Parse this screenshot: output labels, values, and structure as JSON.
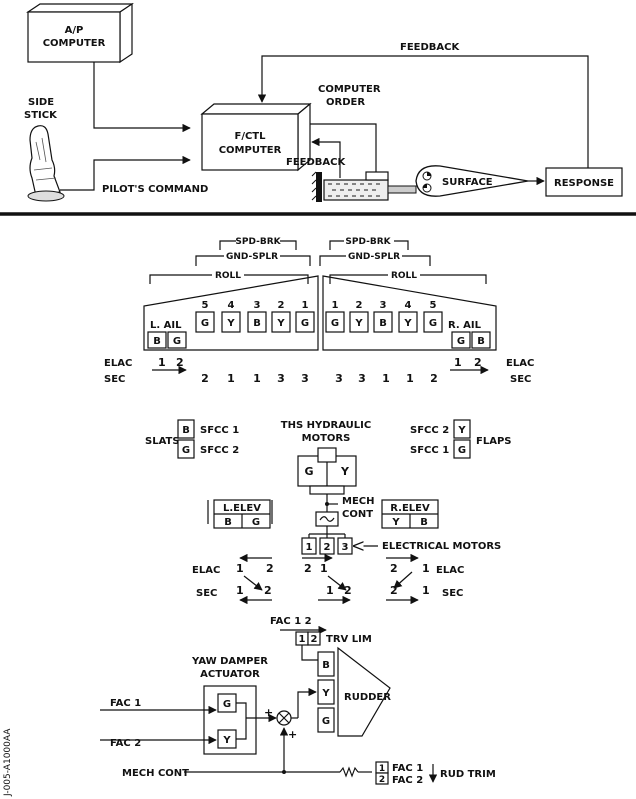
{
  "top": {
    "ap_computer": [
      "A/P",
      "COMPUTER"
    ],
    "side_stick": [
      "SIDE",
      "STICK"
    ],
    "fctl_computer": [
      "F/CTL",
      "COMPUTER"
    ],
    "computer_order": [
      "COMPUTER",
      "ORDER"
    ],
    "feedback_top": "FEEDBACK",
    "feedback_actuator": "FEEDBACK",
    "pilots_command": "PILOT'S COMMAND",
    "surface": "SURFACE",
    "response": "RESPONSE"
  },
  "spoilers": {
    "spd_brk": "SPD-BRK",
    "gnd_splr": "GND-SPLR",
    "roll": "ROLL",
    "l_ail": "L. AIL",
    "r_ail": "R. AIL",
    "left_numbers": [
      "5",
      "4",
      "3",
      "2",
      "1"
    ],
    "left_systems": [
      "G",
      "Y",
      "B",
      "Y",
      "G"
    ],
    "right_numbers": [
      "1",
      "2",
      "3",
      "4",
      "5"
    ],
    "right_systems": [
      "G",
      "Y",
      "B",
      "Y",
      "G"
    ],
    "l_ail_systems": [
      "B",
      "G"
    ],
    "r_ail_systems": [
      "G",
      "B"
    ],
    "elac": "ELAC",
    "sec": "SEC",
    "elac_left": [
      "1",
      "2"
    ],
    "elac_right": [
      "1",
      "2"
    ],
    "sec_left": [
      "2",
      "1",
      "1",
      "3",
      "3"
    ],
    "sec_right": [
      "3",
      "3",
      "1",
      "1",
      "2"
    ]
  },
  "flaps_slats": {
    "slats": "SLATS",
    "flaps": "FLAPS",
    "slats_systems": [
      "B",
      "G"
    ],
    "slats_sfcc": [
      "SFCC 1",
      "SFCC 2"
    ],
    "flaps_systems": [
      "Y",
      "G"
    ],
    "flaps_sfcc": [
      "SFCC 2",
      "SFCC 1"
    ]
  },
  "ths": {
    "title": [
      "THS HYDRAULIC",
      "MOTORS"
    ],
    "systems": [
      "G",
      "Y"
    ],
    "mech_cont": [
      "MECH",
      "CONT"
    ],
    "motors": [
      "1",
      "2",
      "3"
    ],
    "electrical_motors": "ELECTRICAL MOTORS"
  },
  "elevators": {
    "l_elev": "L.ELEV",
    "r_elev": "R.ELEV",
    "l_systems": [
      "B",
      "G"
    ],
    "r_systems": [
      "Y",
      "B"
    ],
    "elac": "ELAC",
    "sec": "SEC",
    "n1": "1",
    "n2": "2"
  },
  "rudder": {
    "fac": "FAC",
    "fac_top": "FAC 1  2",
    "trv_nums": [
      "1",
      "2"
    ],
    "trv_lim": "TRV LIM",
    "yaw_damper": [
      "YAW DAMPER",
      "ACTUATOR"
    ],
    "yaw_systems": [
      "G",
      "Y"
    ],
    "rudder_systems": [
      "B",
      "Y",
      "G"
    ],
    "rudder": "RUDDER",
    "fac_1": "FAC  1",
    "fac_2": "FAC  2",
    "mech_cont": "MECH CONT",
    "trim_nums": [
      "1",
      "2"
    ],
    "trim_fac": [
      "FAC 1",
      "FAC 2"
    ],
    "rud_trim": "RUD TRIM",
    "plus": "+"
  },
  "side_code": "J-005-A1000AA"
}
